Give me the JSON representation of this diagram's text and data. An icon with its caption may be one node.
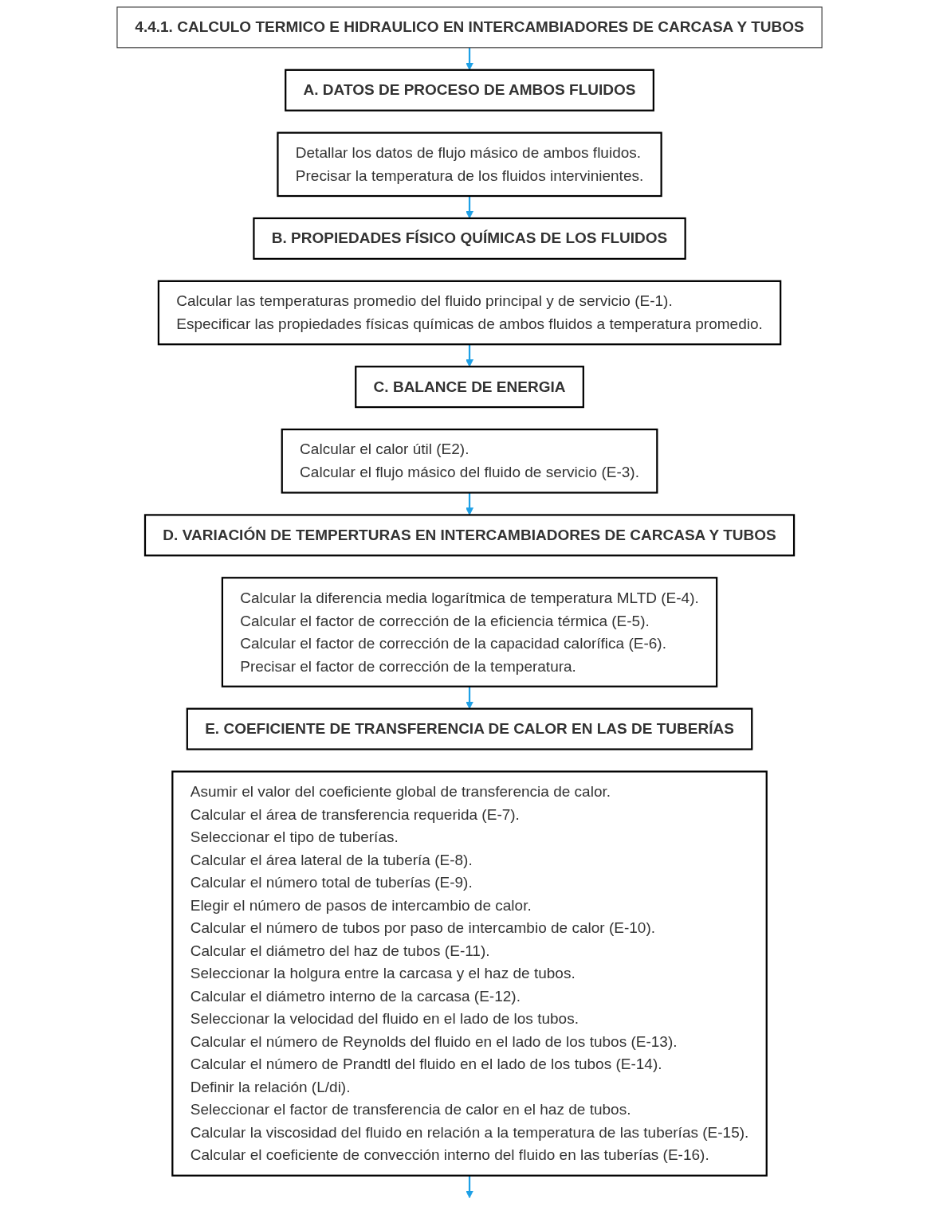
{
  "diagram": {
    "nodes": [
      {
        "text": [
          "4.4.1. CALCULO TERMICO E HIDRAULICO EN INTERCAMBIADORES DE CARCASA Y TUBOS"
        ]
      },
      {
        "text": [
          "A. DATOS DE PROCESO DE AMBOS FLUIDOS"
        ]
      },
      {
        "text": [
          "Detallar los datos de flujo másico de ambos fluidos.",
          "Precisar la temperatura de los fluidos intervinientes."
        ]
      },
      {
        "text": [
          "B. PROPIEDADES FÍSICO QUÍMICAS DE LOS FLUIDOS"
        ]
      },
      {
        "text": [
          "Calcular las temperaturas promedio del fluido principal y de servicio (E-1).",
          "Especificar las propiedades físicas químicas de ambos fluidos a temperatura promedio."
        ]
      },
      {
        "text": [
          "C. BALANCE DE ENERGIA"
        ]
      },
      {
        "text": [
          "Calcular el calor útil (E2).",
          "Calcular el flujo másico del fluido de servicio (E-3)."
        ]
      },
      {
        "text": [
          "D. VARIACIÓN DE TEMPERTURAS EN INTERCAMBIADORES DE CARCASA Y TUBOS"
        ]
      },
      {
        "text": [
          "Calcular la diferencia media logarítmica de temperatura MLTD (E-4).",
          "Calcular el factor de corrección de la eficiencia térmica (E-5).",
          "Calcular el factor de corrección de la capacidad calorífica (E-6).",
          "Precisar el factor de corrección de la temperatura."
        ]
      },
      {
        "text": [
          "E. COEFICIENTE DE TRANSFERENCIA DE CALOR EN LAS DE TUBERÍAS"
        ]
      },
      {
        "text": [
          "Asumir el valor del coeficiente global de transferencia de calor.",
          "Calcular el área de transferencia requerida (E-7).",
          "Seleccionar el tipo de tuberías.",
          "Calcular el área lateral de la tubería (E-8).",
          "Calcular el número total de tuberías (E-9).",
          "Elegir el número de pasos de intercambio de calor.",
          "Calcular el número de tubos por paso de intercambio de calor (E-10).",
          "Calcular el diámetro del haz de tubos (E-11).",
          "Seleccionar la holgura entre la carcasa y el haz de tubos.",
          "Calcular el diámetro interno de la carcasa (E-12).",
          "Seleccionar la velocidad del fluido en el lado de los tubos.",
          "Calcular el número de Reynolds del fluido en el lado de los tubos (E-13).",
          "Calcular el número de Prandtl del fluido en el lado de los tubos (E-14).",
          "Definir la relación (L/di).",
          "Seleccionar el factor de transferencia de calor en el haz de tubos.",
          "Calcular la viscosidad del fluido en relación a la temperatura de las tuberías (E-15).",
          "Calcular el coeficiente de convección interno del fluido en las tuberías (E-16)."
        ]
      }
    ],
    "edges": [
      {
        "from": 0,
        "to": 1,
        "arrow": "to"
      },
      {
        "from": 2,
        "to": 3,
        "arrow": "to"
      },
      {
        "from": 4,
        "to": 5,
        "arrow": "to"
      },
      {
        "from": 6,
        "to": 7,
        "arrow": "to"
      },
      {
        "from": 8,
        "to": 9,
        "arrow": "to"
      },
      {
        "from": 10,
        "to": null,
        "arrow": "to"
      }
    ]
  }
}
